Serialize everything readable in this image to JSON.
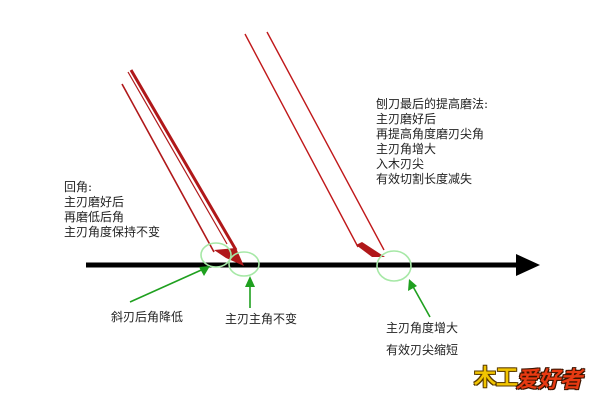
{
  "notes": {
    "left": {
      "lines": [
        "回角:",
        "主刃磨好后",
        "再磨低后角",
        "主刃角度保持不变"
      ]
    },
    "right": {
      "lines": [
        "刨刀最后的提高磨法:",
        "主刃磨好后",
        "再提高角度磨刃尖角",
        "主刃角增大",
        "入木刃尖",
        "有效切割长度减失"
      ]
    }
  },
  "labels": {
    "bevel": "斜刃后角降低",
    "main_angle": "主刃主角不变",
    "angle_up": "主刃角度增大",
    "tip_short": "有效刃尖缩短"
  },
  "logo": {
    "mark": "木工",
    "text": "爱好者"
  },
  "colors": {
    "blade": "#c0181a",
    "baseline": "#000000",
    "pointer": "#1fa01f",
    "circle": "#9be49b"
  }
}
